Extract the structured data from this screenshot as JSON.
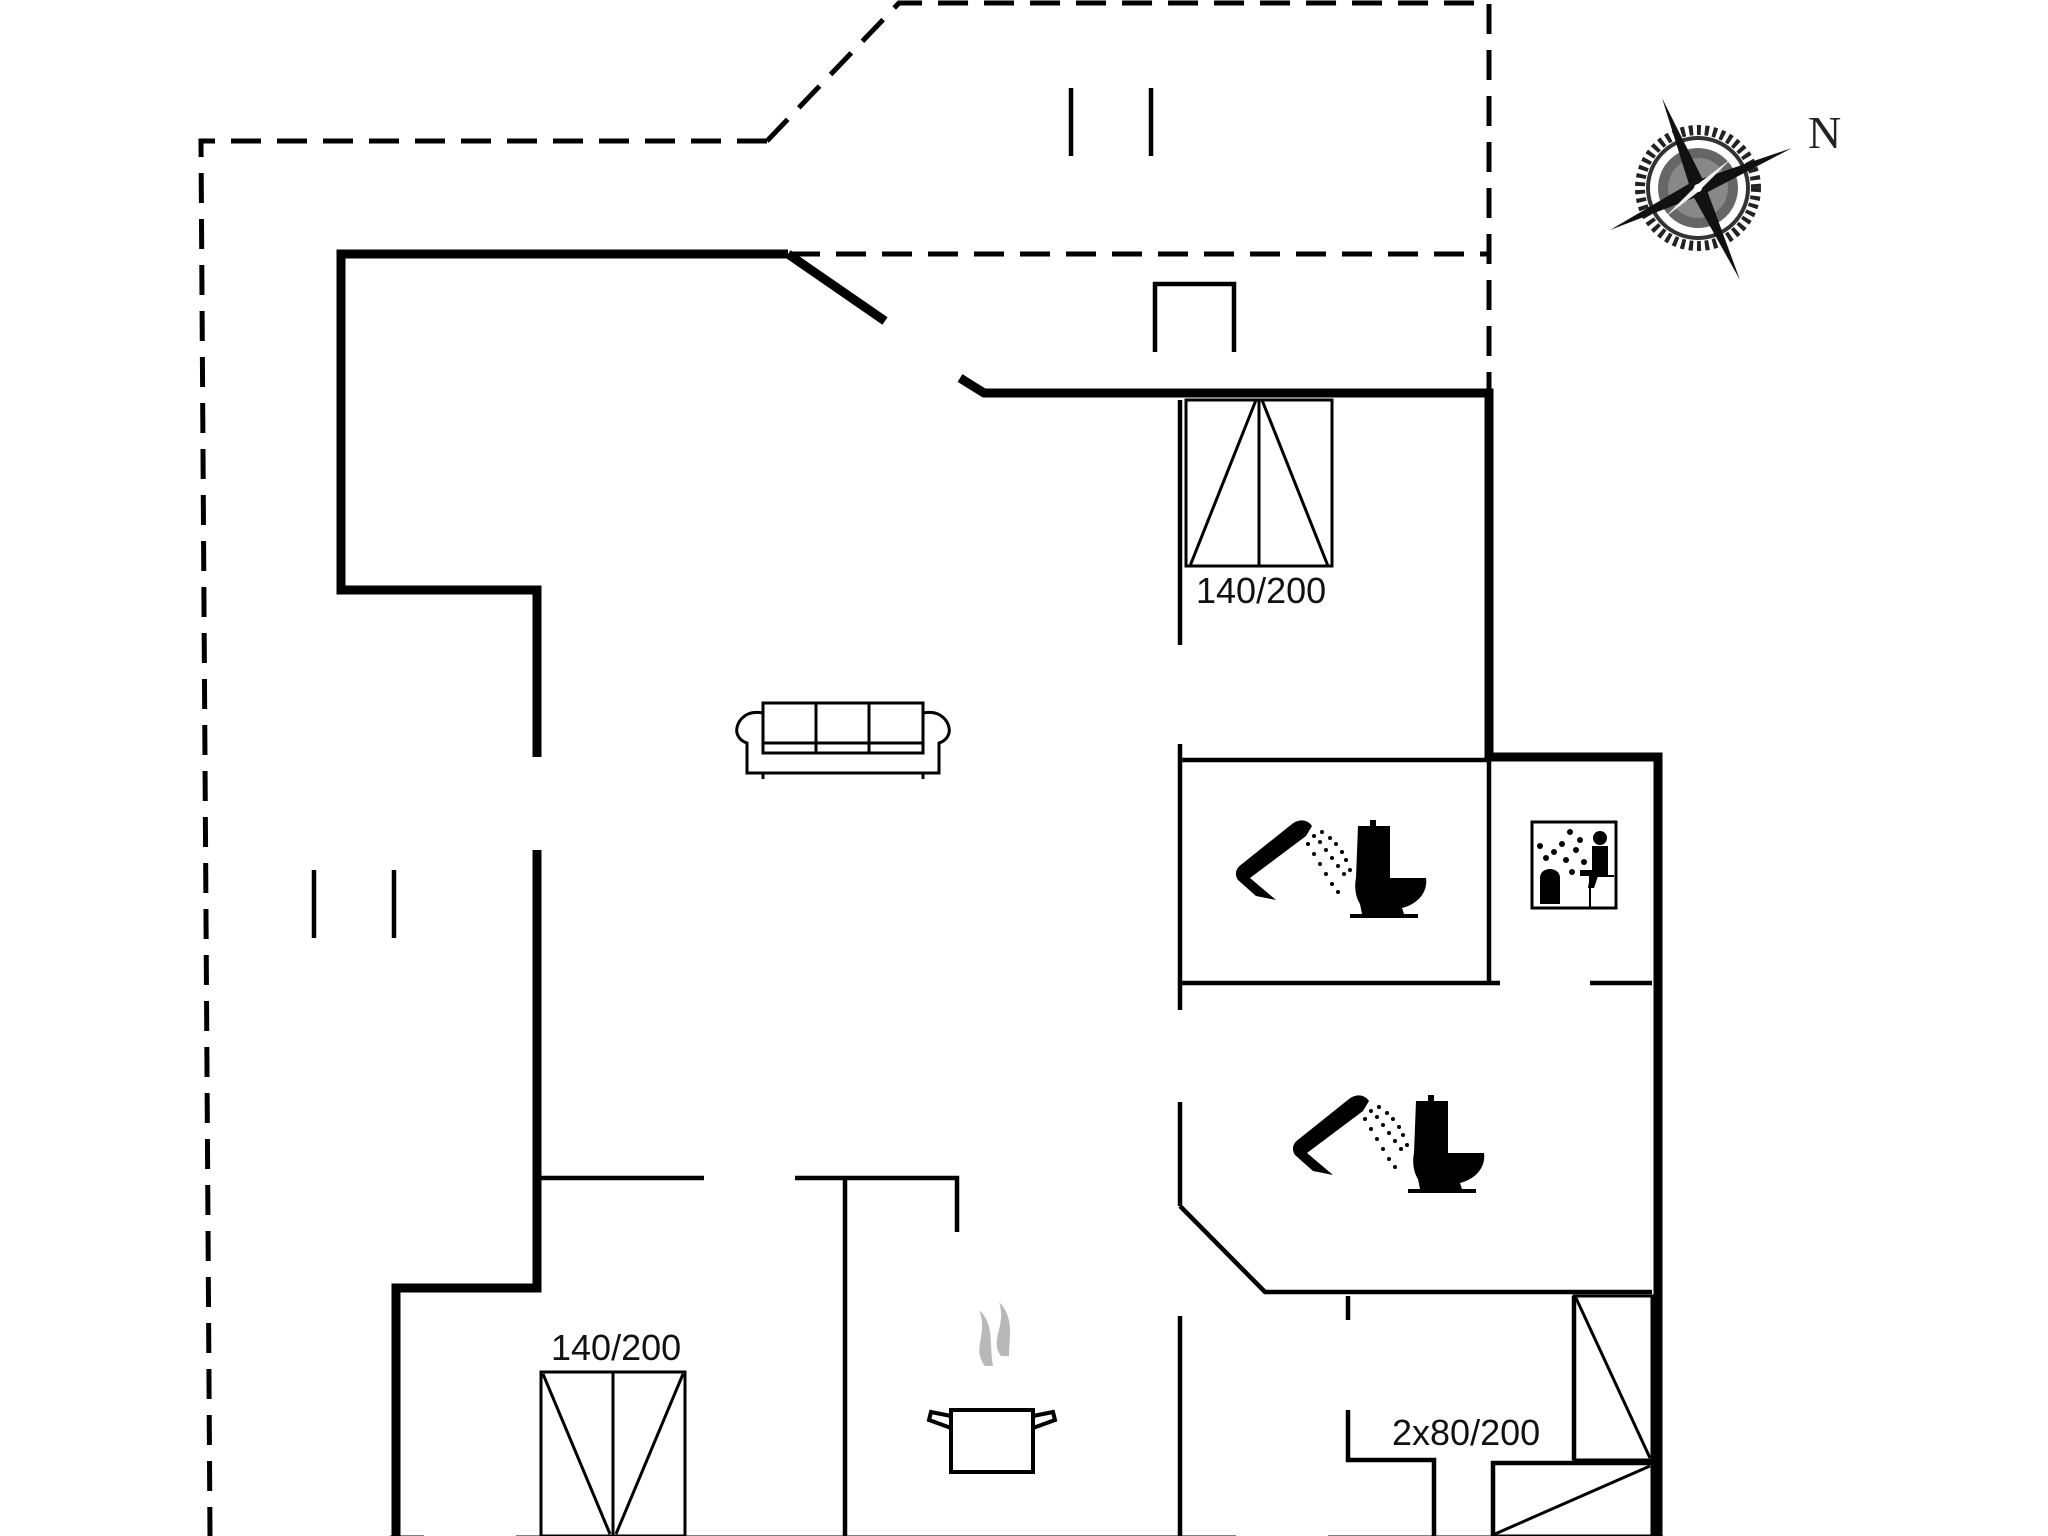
{
  "plan": {
    "type": "floor-plan",
    "background": "#ffffff",
    "line_color": "#000000",
    "steam_color": "#b0b0b0"
  },
  "compass": {
    "icon": "compass-rose-icon",
    "north_label": "N"
  },
  "rooms": {
    "bedroom_top": {
      "bed_label": "140/200",
      "icon": "double-bed-icon"
    },
    "bedroom_bottom": {
      "bed_label": "140/200",
      "icon": "double-bed-icon"
    },
    "bedroom_corner": {
      "bed_label": "2x80/200",
      "icon": "twin-bed-icon"
    },
    "living_room": {
      "icon": "sofa-icon"
    },
    "kitchen": {
      "icon": "cooking-pot-icon"
    },
    "bathroom_1": {
      "icons": [
        "shower-icon",
        "toilet-icon"
      ]
    },
    "bathroom_2": {
      "icons": [
        "shower-icon",
        "toilet-icon"
      ]
    },
    "sauna": {
      "icon": "sauna-icon"
    }
  }
}
